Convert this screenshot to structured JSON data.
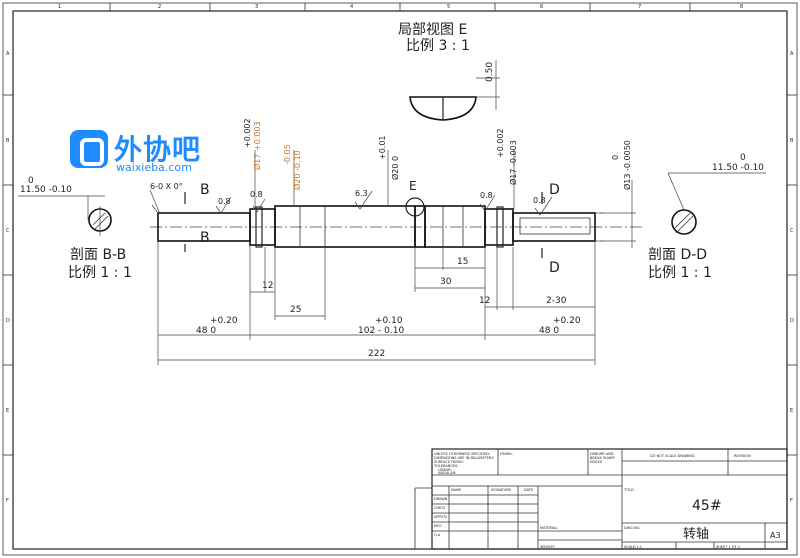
{
  "detail_view": {
    "title": "局部视图 E",
    "scale": "比例 3 : 1",
    "dim": "0.50"
  },
  "section_bb": {
    "label": "剖面 B-B",
    "scale": "比例 1 : 1",
    "tol_top": "0",
    "tol_bot": "11.50 -0.10",
    "marker": "B"
  },
  "section_dd": {
    "label": "剖面 D-D",
    "scale": "比例 1 : 1",
    "tol_top": "0",
    "tol_bot": "11.50 -0.10",
    "marker": "D"
  },
  "logo": {
    "name": "外协吧",
    "url": "waixieba.com"
  },
  "annotations": {
    "chamfer": "6-0 X 0°",
    "rough1": "0.8",
    "rough2": "0.8",
    "rough3": "6.3",
    "rough4": "0.8",
    "rough5": "0.8",
    "detail_e": "E",
    "d1_plus": "+0.002",
    "d1_val": "Ø17 +0.003",
    "d2_minus": "-0.05",
    "d2_val": "Ø20 -0.10",
    "d3_plus": "+0.01",
    "d3_val": "Ø20 0",
    "d4_plus": "+0.002",
    "d4_val": "Ø17 -0.003",
    "d5_zero": "0",
    "d5_val": "Ø13 -0.0050"
  },
  "dimensions": {
    "d12a": "12",
    "d25": "25",
    "d15": "15",
    "d30": "30",
    "d12b": "12",
    "d2x30": "2-30",
    "l48a_plus": "+0.20",
    "l48a": "48  0",
    "l102_plus": "+0.10",
    "l102": "102 - 0.10",
    "l48b_plus": "+0.20",
    "l48b": "48  0",
    "total": "222"
  },
  "title_block": {
    "notes": [
      "UNLESS OTHERWISE SPECIFIED:",
      "DIMENSIONS ARE IN MILLIMETERS",
      "SURFACE FINISH:",
      "TOLERANCES:",
      "LINEAR:",
      "ANGULAR:"
    ],
    "finish": "FINISH:",
    "deburr": [
      "DEBURR AND",
      "BREAK SHARP",
      "EDGES"
    ],
    "dont_scale": "DO NOT SCALE DRAWING",
    "revision": "REVISION",
    "title_lbl": "TITLE:",
    "row_labels": [
      "DRAWN",
      "CHK'D",
      "APPV'D",
      "MFG",
      "Q.A"
    ],
    "col_labels": [
      "NAME",
      "SIGNATURE",
      "DATE"
    ],
    "material_lbl": "MATERIAL:",
    "material": "45#",
    "dwg_lbl": "DWG NO.",
    "part_name": "转轴",
    "size": "A3",
    "weight_lbl": "WEIGHT:",
    "scale_lbl": "SCALE:1:1",
    "sheet_lbl": "SHEET 1 OF 1"
  },
  "border": {
    "top_cols": [
      "1",
      "2",
      "3",
      "4",
      "5",
      "6",
      "7",
      "8"
    ],
    "side_rows": [
      "A",
      "B",
      "C",
      "D",
      "E",
      "F"
    ]
  }
}
